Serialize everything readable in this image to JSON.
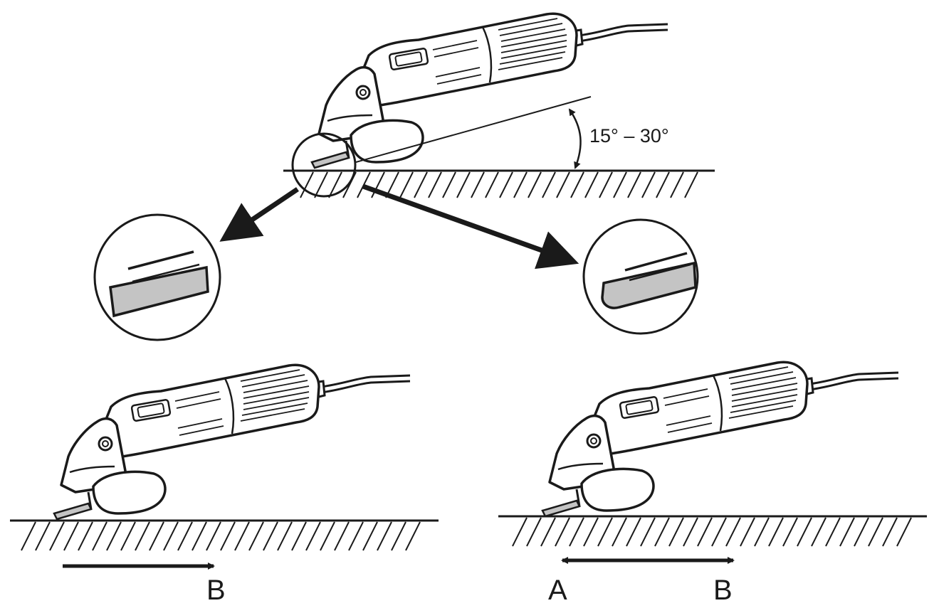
{
  "angle_label": "15° – 30°",
  "labels": {
    "left_direction": "B",
    "right_start": "A",
    "right_end": "B"
  },
  "colors": {
    "ink": "#1a1a1a",
    "disc_fill": "#c4c4c4",
    "background": "#ffffff"
  },
  "icons": [
    "angle-grinder-icon",
    "grinding-disc-icon",
    "angle-arc-icon",
    "direction-arrow-icon",
    "hatched-ground-icon"
  ]
}
